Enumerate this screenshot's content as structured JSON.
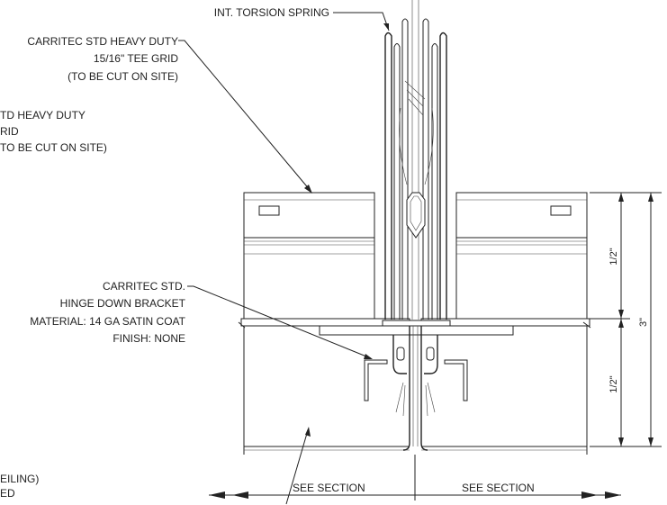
{
  "labels": {
    "torsion_spring": "INT. TORSION SPRING",
    "tee_grid_1": "CARRITEC STD HEAVY DUTY",
    "tee_grid_2": "15/16\" TEE GRID",
    "tee_grid_3": "(TO BE CUT ON SITE)",
    "left_cut_1": "TD HEAVY DUTY",
    "left_cut_2": "RID",
    "left_cut_3": "TO BE CUT ON SITE)",
    "hinge_1": "CARRITEC STD.",
    "hinge_2": "HINGE DOWN BRACKET",
    "hinge_3": "MATERIAL: 14 GA SATIN COAT",
    "hinge_4": "FINISH: NONE",
    "ceiling_1": "EILING)",
    "ceiling_2": "ED",
    "see_section_left": "SEE SECTION",
    "see_section_right": "SEE SECTION"
  },
  "dimensions": {
    "upper_half": "1/2\"",
    "lower_half": "1/2\"",
    "total": "3\""
  }
}
